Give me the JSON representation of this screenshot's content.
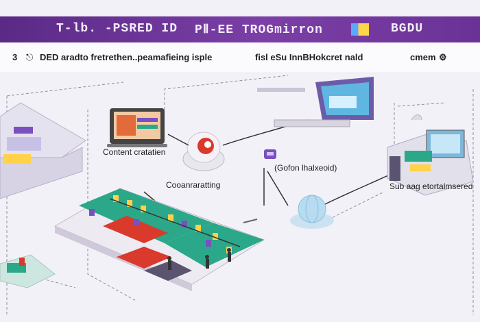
{
  "header": {
    "title_left": "T-lb. -PSRED ID",
    "title_mid": "PⅡ-EE TROGmirron",
    "title_right": "BGDU"
  },
  "subheader": {
    "num": "3",
    "text_left": "DED aradto fretrethen..peamafieing isple",
    "text_right": "fisl eSu InnBHokcret nald",
    "text_end": "cmem"
  },
  "labels": {
    "content_creation": "Content cratatien",
    "coordination": "Cooanraratting",
    "node_label": "(Gofon lhalxeoid)",
    "sub_storage": "Sub aag etortalmsered"
  },
  "colors": {
    "header_bg": "#6a3296",
    "accent_teal": "#2aa889",
    "accent_red": "#d93a2b",
    "accent_purple": "#7a4fbf"
  },
  "icons": [
    "monitor-icon",
    "red-button-icon",
    "globe-icon",
    "tablet-icon",
    "server-icon",
    "robot-icon",
    "person-icon",
    "database-icon"
  ]
}
